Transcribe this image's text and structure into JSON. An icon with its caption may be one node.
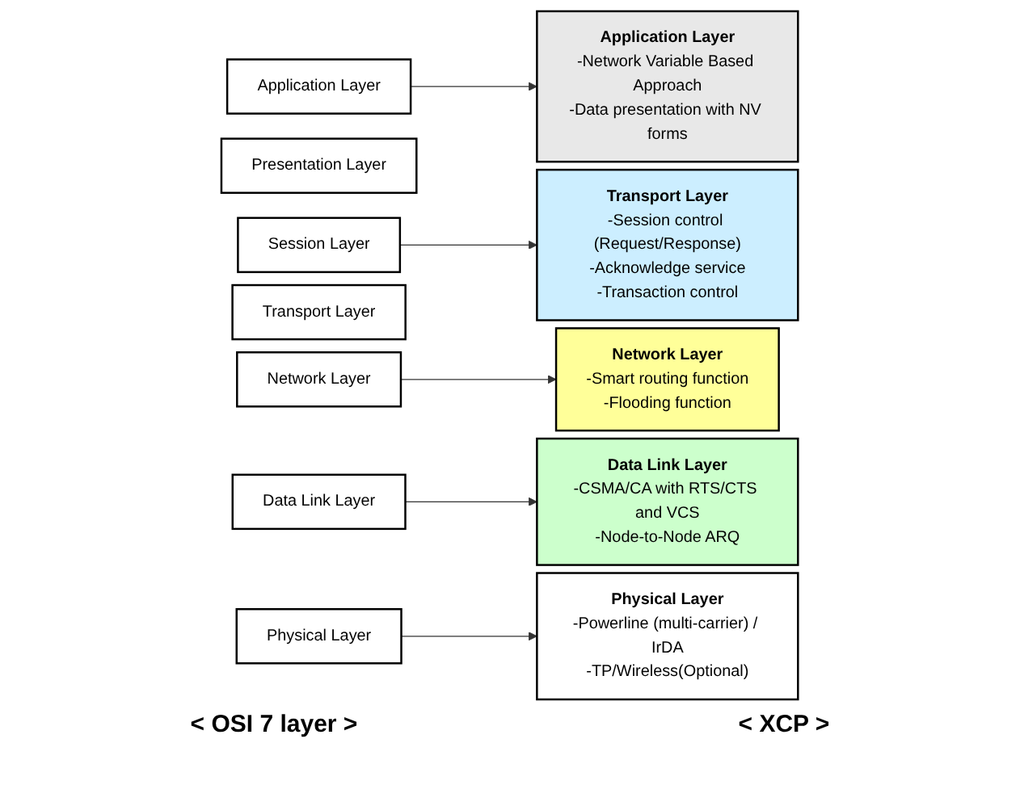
{
  "diagram": {
    "nodes": [
      {
        "text": [
          "Application Layer"
        ]
      },
      {
        "text": [
          "Presentation Layer"
        ]
      },
      {
        "text": [
          "Session Layer"
        ]
      },
      {
        "text": [
          "Transport Layer"
        ]
      },
      {
        "text": [
          "Network Layer"
        ]
      },
      {
        "text": [
          "Data Link Layer"
        ]
      },
      {
        "text": [
          "Physical Layer"
        ]
      },
      {
        "text": [
          "Application Layer",
          "-Network Variable Based Approach",
          "-Data presentation with NV forms"
        ]
      },
      {
        "text": [
          "Transport Layer",
          "-Session control (Request/Response)",
          "-Acknowledge service",
          "-Transaction control"
        ]
      },
      {
        "text": [
          "Network Layer",
          "-Smart routing function",
          "-Flooding function"
        ]
      },
      {
        "text": [
          "Data Link Layer",
          "-CSMA/CA with RTS/CTS and VCS",
          "-Node-to-Node ARQ"
        ]
      },
      {
        "text": [
          "Physical Layer",
          "-Powerline (multi-carrier) / IrDA",
          "-TP/Wireless(Optional)"
        ]
      }
    ],
    "edges": [
      {
        "from": 0,
        "to": 7,
        "arrow": "to"
      },
      {
        "from": 2,
        "to": 8,
        "arrow": "to"
      },
      {
        "from": 4,
        "to": 9,
        "arrow": "to"
      },
      {
        "from": 5,
        "to": 10,
        "arrow": "to"
      },
      {
        "from": 6,
        "to": 11,
        "arrow": "to"
      }
    ],
    "labels": [
      "< OSI 7 layer >",
      "< XCP >"
    ]
  }
}
